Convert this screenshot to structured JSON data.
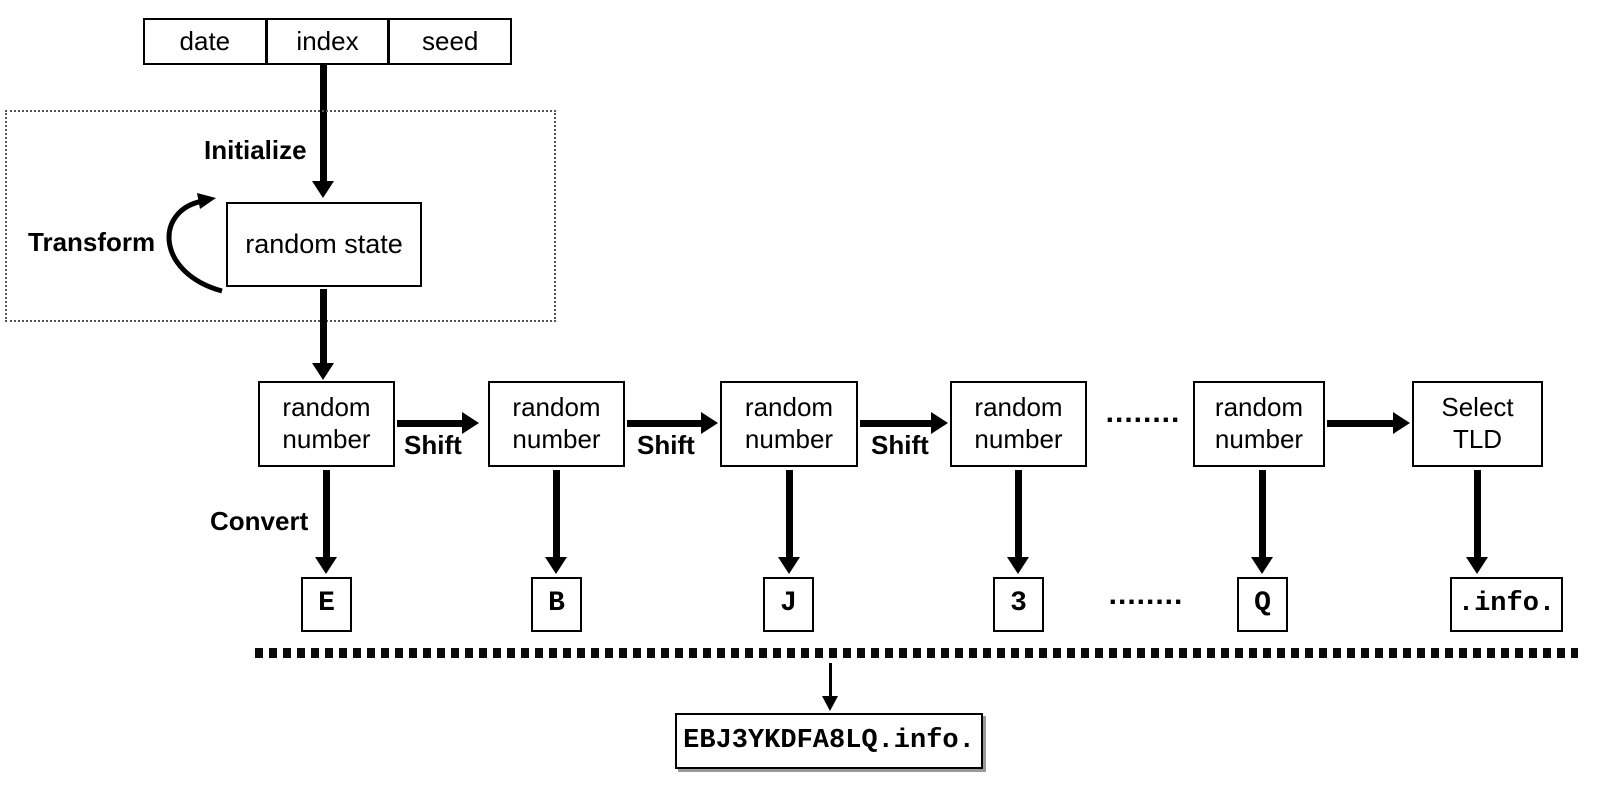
{
  "colors": {
    "line": "#000000",
    "background": "#ffffff"
  },
  "seed_inputs": {
    "cells": [
      "date",
      "index",
      "seed"
    ]
  },
  "init": {
    "initialize_label": "Initialize",
    "transform_label": "Transform",
    "state_label": "random state"
  },
  "generation": {
    "shift_label": "Shift",
    "convert_label": "Convert",
    "ellipsis": "........",
    "stages": [
      {
        "box_label": "random number",
        "output": "E"
      },
      {
        "box_label": "random number",
        "output": "B"
      },
      {
        "box_label": "random number",
        "output": "J"
      },
      {
        "box_label": "random number",
        "output": "3"
      },
      {
        "box_label": "random number",
        "output": "Q"
      },
      {
        "box_label": "Select TLD",
        "output": ".info."
      }
    ]
  },
  "result": {
    "generated_domain": "EBJ3YKDFA8LQ.info."
  }
}
